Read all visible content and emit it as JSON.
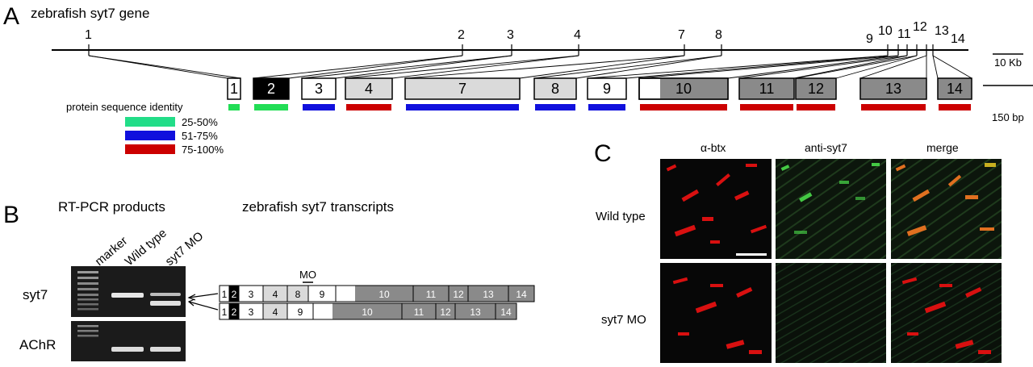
{
  "panel_a": {
    "letter": "A",
    "title": "zebrafish syt7 gene",
    "scale_genomic": "10 Kb",
    "scale_exon": "150 bp",
    "identity_title": "protein sequence identity",
    "legend": [
      {
        "label": "25-50%",
        "color": "#22dd55",
        "key": "low"
      },
      {
        "label": "51-75%",
        "color": "#1010dd",
        "key": "mid"
      },
      {
        "label": "75-100%",
        "color": "#cc0000",
        "key": "high"
      }
    ],
    "genomic_labels": [
      "1",
      "2",
      "3",
      "4",
      "7",
      "8",
      "9",
      "10",
      "11",
      "12",
      "13",
      "14"
    ],
    "exons": [
      {
        "label": "1",
        "fill": "white",
        "identity": "low"
      },
      {
        "label": "2",
        "fill": "black",
        "identity": "low"
      },
      {
        "label": "3",
        "fill": "white",
        "identity": "mid"
      },
      {
        "label": "4",
        "fill": "light",
        "identity": "high"
      },
      {
        "label": "7",
        "fill": "light",
        "identity": "mid"
      },
      {
        "label": "8",
        "fill": "light",
        "identity": "mid"
      },
      {
        "label": "9",
        "fill": "white",
        "identity": "mid"
      },
      {
        "label": "10",
        "fill": "split",
        "identity": "high"
      },
      {
        "label": "11",
        "fill": "dark",
        "identity": "high"
      },
      {
        "label": "12",
        "fill": "dark",
        "identity": "high"
      },
      {
        "label": "13",
        "fill": "dark",
        "identity": "high"
      },
      {
        "label": "14",
        "fill": "dark",
        "identity": "high"
      }
    ]
  },
  "panel_b": {
    "letter": "B",
    "gel_title": "RT-PCR products",
    "transcripts_title": "zebrafish syt7 transcripts",
    "lanes": [
      "marker",
      "Wild type",
      "syt7 MO"
    ],
    "rows": [
      "syt7",
      "AChR"
    ],
    "mo_label": "MO",
    "transcript_1": [
      "1",
      "2",
      "3",
      "4",
      "8",
      "9",
      "10",
      "11",
      "12",
      "13",
      "14"
    ],
    "transcript_2": [
      "1",
      "2",
      "3",
      "4",
      "9",
      "10",
      "11",
      "12",
      "13",
      "14"
    ]
  },
  "panel_c": {
    "letter": "C",
    "columns": [
      "α-btx",
      "anti-syt7",
      "merge"
    ],
    "rows": [
      "Wild type",
      "syt7 MO"
    ]
  }
}
